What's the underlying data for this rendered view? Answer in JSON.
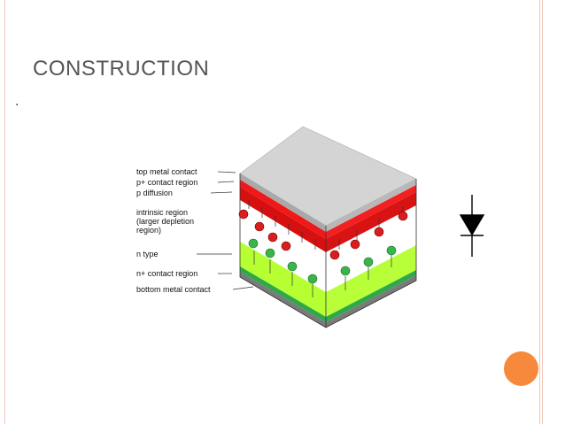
{
  "slide": {
    "title": "CONSTRUCTION",
    "bullet": "."
  },
  "diagram": {
    "labels": {
      "top_metal_contact": "top metal contact",
      "p_plus_contact_region": "p+ contact region",
      "p_diffusion": "p diffusion",
      "intrinsic_region_line1": "intrinsic region",
      "intrinsic_region_line2": "(larger depletion",
      "intrinsic_region_line3": "region)",
      "n_type": "n type",
      "n_plus_contact_region": "n+ contact region",
      "bottom_metal_contact": "bottom metal contact"
    },
    "colors": {
      "metal": "#c8c8c8",
      "p_region": "#e01010",
      "intrinsic": "#ffffff",
      "n_region": "#b3ff2a",
      "n_plus": "#2fa84a",
      "hole": "#d81e1e",
      "electron": "#39b54a",
      "accent_dot": "#f7893c",
      "frame": "#f2c6b9"
    },
    "icons": [
      "photodiode-symbol-icon"
    ]
  }
}
